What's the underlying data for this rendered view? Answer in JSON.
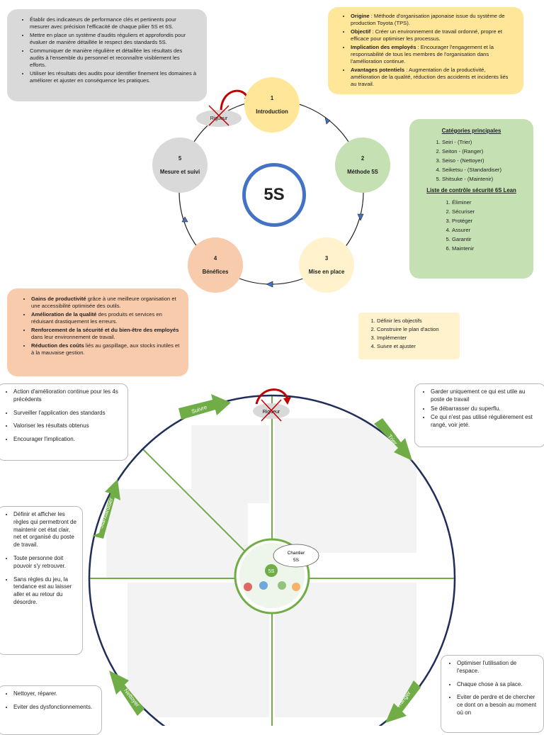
{
  "title": "5S",
  "cycle": [
    {
      "num": "1",
      "label": "Introduction"
    },
    {
      "num": "2",
      "label": "Méthode 5S"
    },
    {
      "num": "3",
      "label": "Mise en place"
    },
    {
      "num": "4",
      "label": "Bénéfices"
    },
    {
      "num": "5",
      "label": "Mesure et suivi"
    }
  ],
  "rigueur": "Rigueur",
  "top_left": [
    "Établir des indicateurs de performance clés et pertinents pour mesurer avec précision l'efficacité de chaque pilier 5S et 6S.",
    "Mettre en place un système d'audits réguliers et approfondis pour évaluer de manière détaillée le respect des standards 5S.",
    "Communiquer de manière régulière et détaillée les résultats des audits à l'ensemble du personnel et reconnaître visiblement les efforts.",
    "Utiliser les résultats des audits pour identifier finement les domaines à améliorer et ajuster en conséquence les pratiques."
  ],
  "top_right": [
    {
      "term": "Origine",
      "text": " : Méthode d'organisation japonaise issue du système de production Toyota (TPS)."
    },
    {
      "term": "Objectif",
      "text": " : Créer un environnement de travail ordonné, propre et efficace pour optimiser les processus."
    },
    {
      "term": "Implication des employés",
      "text": " : Encourager l'engagement et la responsabilité de tous les membres de l'organisation dans l'amélioration continue."
    },
    {
      "term": "Avantages potentiels",
      "text": " : Augmentation de la productivité, amélioration de la qualité, réduction des accidents et incidents liés au travail."
    }
  ],
  "categories_title": "Catégories principales",
  "categories": [
    "Seiri - (Trier)",
    "Seiton - (Ranger)",
    "Seiso - (Nettoyer)",
    "Seiketsu - (Standardiser)",
    "Shitsuke - (Maintenir)"
  ],
  "checklist_title": "Liste de contrôle sécurité 6S Lean",
  "checklist": [
    "Éliminer",
    "Sécuriser",
    "Protéger",
    "Assurer",
    "Garantir",
    "Maintenir"
  ],
  "benefits": [
    {
      "term": "Gains de productivité",
      "text": " grâce à une meilleure organisation et une accessibilité optimisée des outils."
    },
    {
      "term": "Amélioration de la qualité",
      "text": " des produits et services en réduisant drastiquement les erreurs."
    },
    {
      "term": "Renforcement de la sécurité et du bien-être des employés",
      "text": " dans leur environnement de travail."
    },
    {
      "term": "Réduction des coûts",
      "text": " liés au gaspillage, aux stocks inutiles et à la mauvaise gestion."
    }
  ],
  "steps": [
    "Définir les objectifs",
    "Construire le plan d'action",
    "Implémenter",
    "Suivre et ajuster"
  ],
  "wheel": {
    "center_label": "Chantier 5S",
    "center_badge": "5S",
    "arrows": [
      "Suivre",
      "Trier",
      "Standardiser",
      "Nettoyer",
      "Ranger"
    ]
  },
  "notes": {
    "amelioration": [
      "Action d'amélioration continue pour les 4s précédents",
      "Surveiller l'application des standards",
      "Valoriser les résultats obtenus",
      "Encourager l'implication."
    ],
    "trier": [
      "Garder uniquement ce qui est utile au poste de travail",
      "Se débarrasser du superflu.",
      "Ce qui n'est pas utilisé régulièrement est rangé, voir jeté."
    ],
    "standard": [
      "Définir et afficher les règles qui permettront de maintenir cet état clair, net et organisé du poste de travail.",
      "Toute personne doit pouvoir s'y retrouver.",
      "Sans règles du jeu, la tendance est au laisser aller et au retour du désordre."
    ],
    "ranger": [
      "Optimiser l'utilisation de l'espace.",
      "Chaque chose à sa place.",
      "Eviter de perdre et de chercher ce dont on a besoin au moment où on"
    ],
    "nettoyer": [
      "Nettoyer, réparer.",
      "Eviter des dysfonctionnements."
    ]
  },
  "colors": {
    "accent": "#4472c4",
    "green": "#70ad47",
    "red": "#c00000"
  }
}
